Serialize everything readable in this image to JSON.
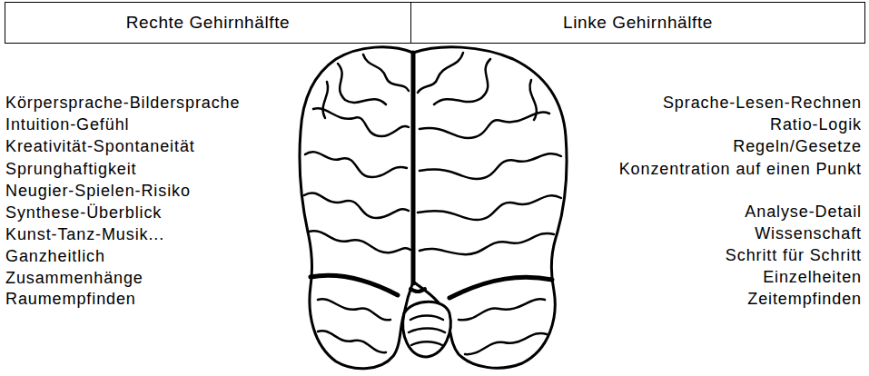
{
  "diagram": {
    "nodes": [
      {
        "text": [
          "Rechte Gehirnhälfte"
        ]
      },
      {
        "text": [
          "Linke Gehirnhälfte"
        ]
      }
    ],
    "labels": [
      "Körpersprache-Bildersprache",
      "Intuition-Gefühl",
      "Kreativität-Spontaneität",
      "Sprunghaftigkeit",
      "Neugier-Spielen-Risiko",
      "Synthese-Überblick",
      "Kunst-Tanz-Musik...",
      "Ganzheitlich",
      "Zusammenhänge",
      "Raumempfinden",
      "Sprache-Lesen-Rechnen",
      "Ratio-Logik",
      "Regeln/Gesetze",
      "Konzentration auf einen Punkt",
      "Analyse-Detail",
      "Wissenschaft",
      "Schritt für Schritt",
      "Einzelheiten",
      "Zeitempfinden"
    ]
  }
}
